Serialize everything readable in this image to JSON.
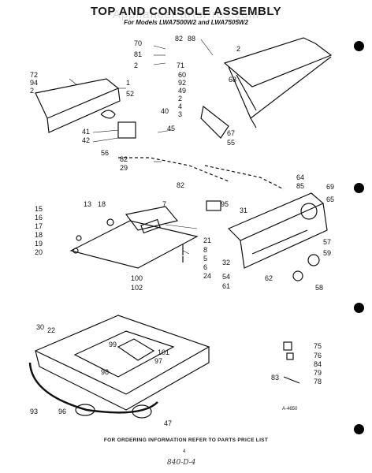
{
  "header": {
    "title": "TOP AND CONSOLE ASSEMBLY",
    "subtitle": "For Models LWA7500W2 and LWA7505W2",
    "watermark": "AppliancePartsPros.com"
  },
  "footer": {
    "note": "FOR ORDERING INFORMATION REFER TO PARTS PRICE LIST",
    "page_number": "4",
    "handwritten": "840-D-4",
    "diagram_code": "A-4650"
  },
  "callouts": [
    "70",
    "81",
    "2",
    "82",
    "88",
    "71",
    "2",
    "60",
    "92",
    "72",
    "94",
    "2",
    "1",
    "52",
    "68",
    "49",
    "2",
    "4",
    "3",
    "67",
    "55",
    "40",
    "41",
    "42",
    "45",
    "56",
    "82",
    "29",
    "64",
    "85",
    "69",
    "65",
    "13",
    "18",
    "15",
    "16",
    "17",
    "18",
    "19",
    "20",
    "82",
    "7",
    "95",
    "31",
    "21",
    "8",
    "5",
    "6",
    "24",
    "57",
    "59",
    "32",
    "54",
    "61",
    "62",
    "58",
    "100",
    "102",
    "30",
    "22",
    "99",
    "101",
    "97",
    "98",
    "93",
    "96",
    "47",
    "75",
    "76",
    "84",
    "79",
    "83",
    "78"
  ]
}
